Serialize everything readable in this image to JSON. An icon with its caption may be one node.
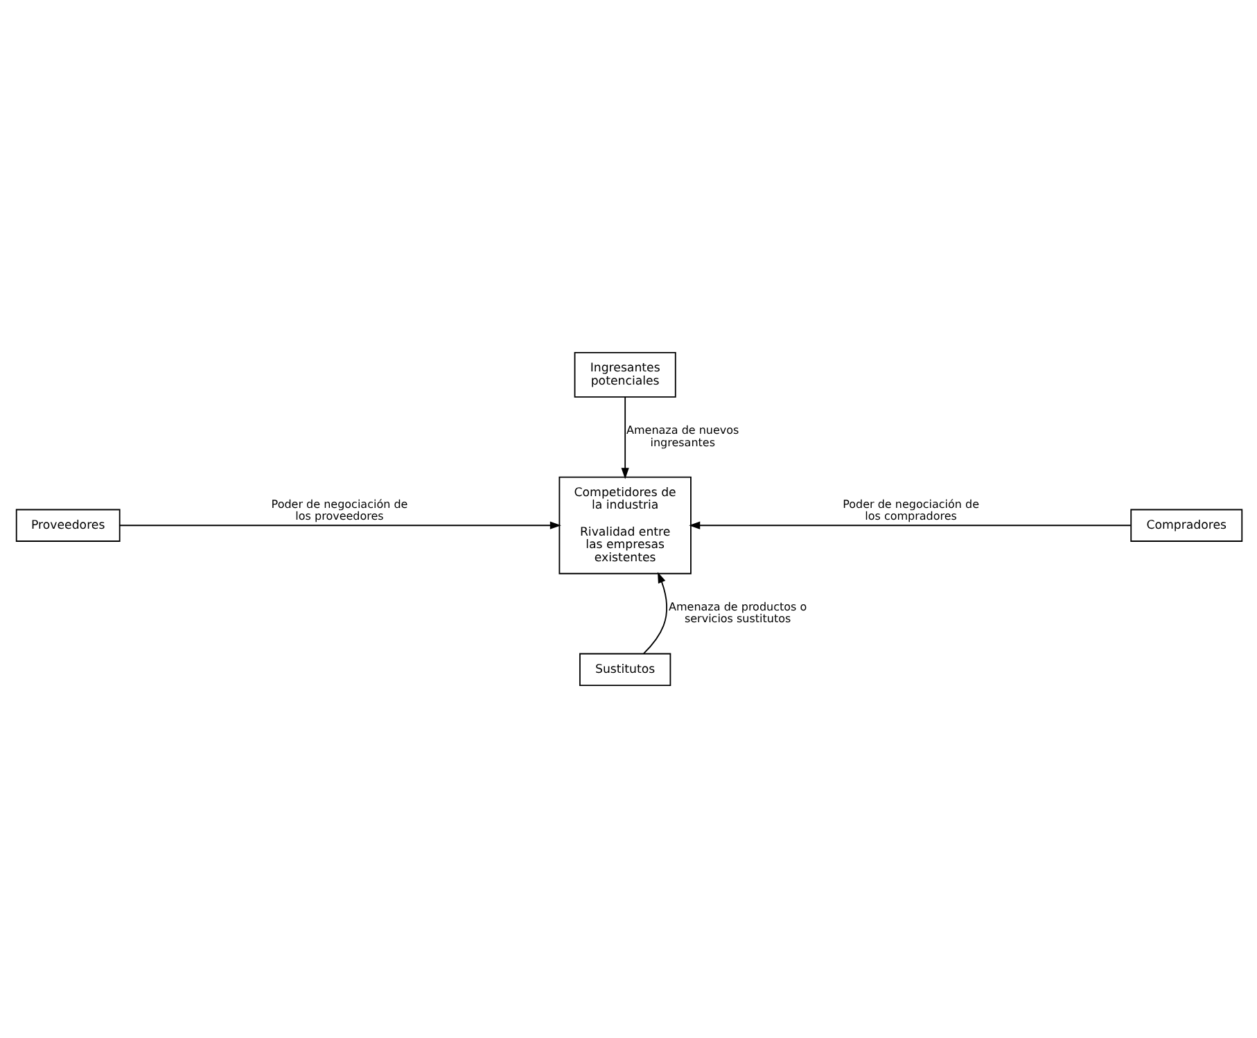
{
  "diagram": {
    "nodes": [
      {
        "text": [
          "Ingresantes potenciales"
        ]
      },
      {
        "text": [
          "Competidores de la industria",
          "Rivalidad entre las empresas existentes"
        ]
      },
      {
        "text": [
          "Proveedores"
        ]
      },
      {
        "text": [
          "Compradores"
        ]
      },
      {
        "text": [
          "Sustitutos"
        ]
      }
    ],
    "edges": [
      {
        "from": 0,
        "to": 1,
        "arrow": "to",
        "label": "Amenaza de nuevos ingresantes"
      },
      {
        "from": 2,
        "to": 1,
        "arrow": "to",
        "label": "Poder de negociación de los proveedores"
      },
      {
        "from": 3,
        "to": 1,
        "arrow": "to",
        "label": "Poder de negociación de los compradores"
      },
      {
        "from": 4,
        "to": 1,
        "arrow": "to",
        "label": "Amenaza de productos o servicios sustitutos"
      }
    ]
  }
}
